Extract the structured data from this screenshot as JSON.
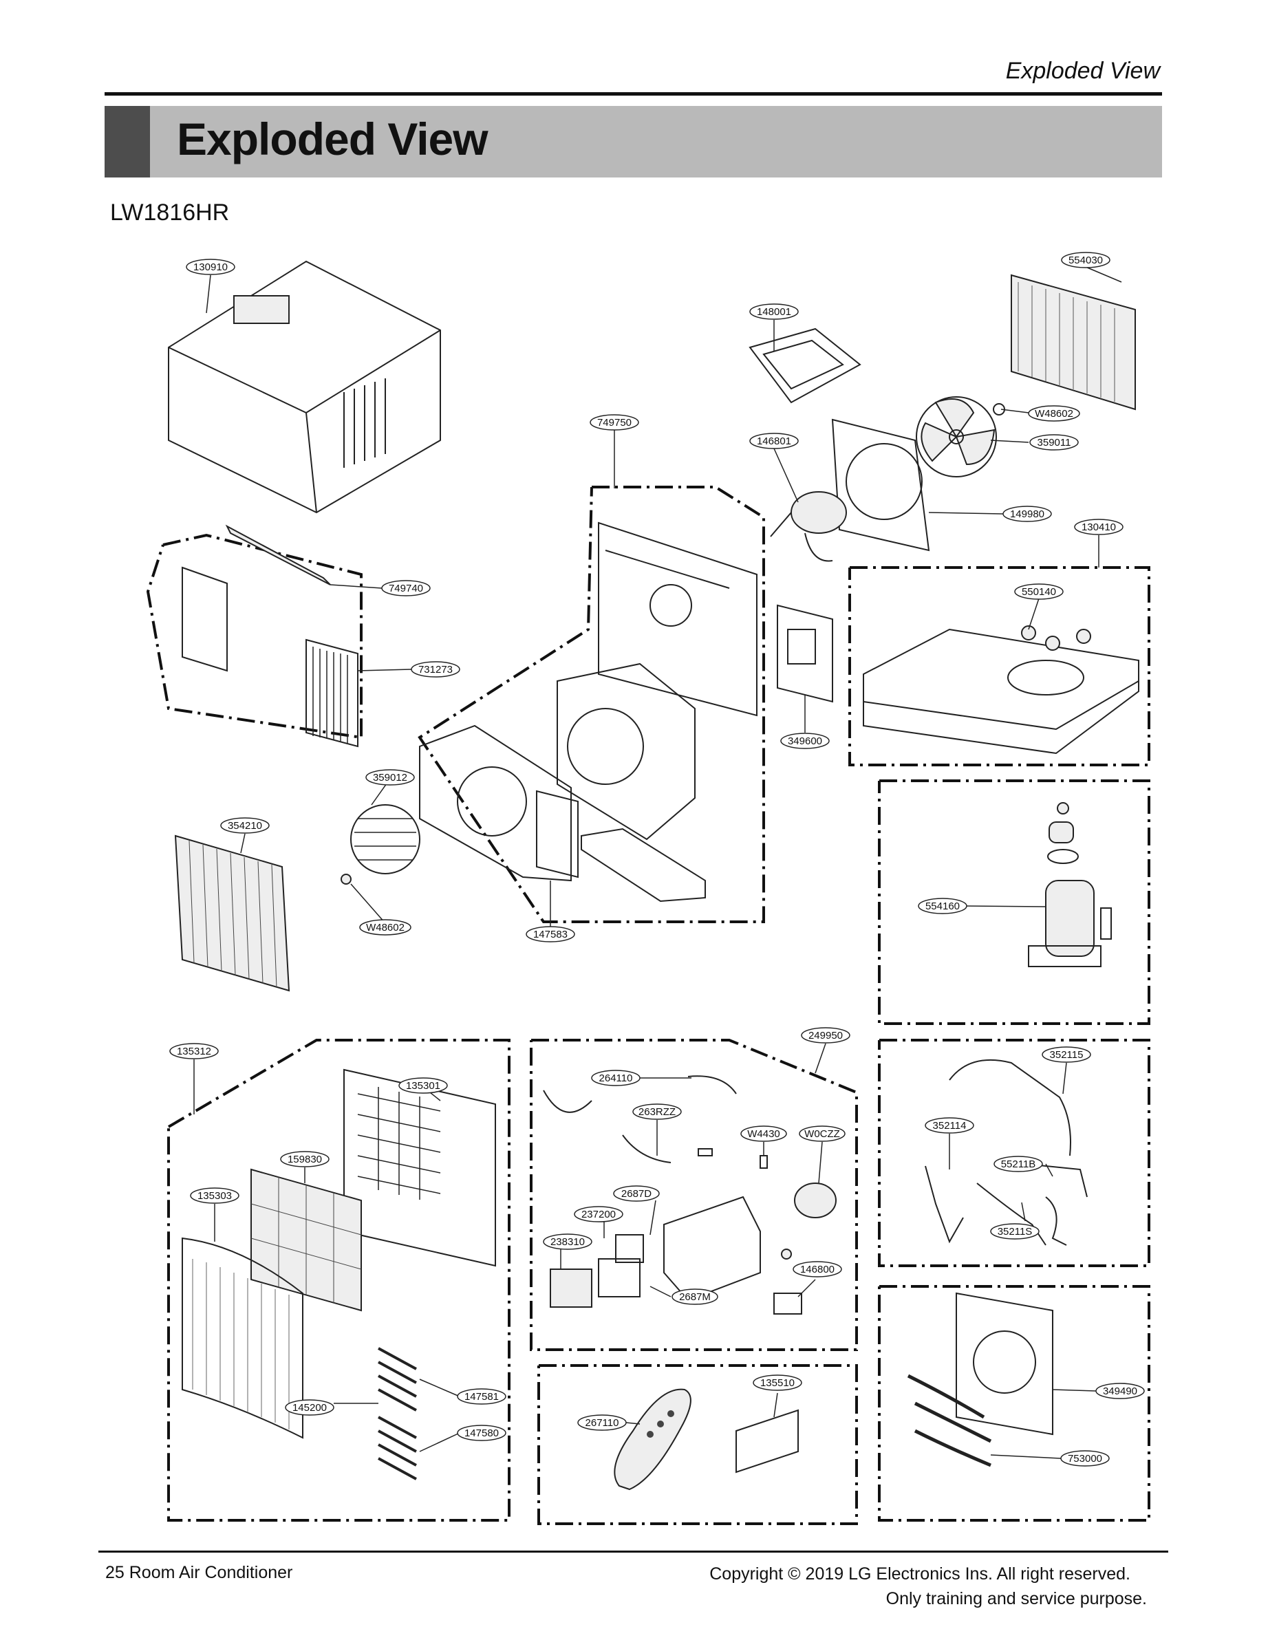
{
  "header": {
    "running_title": "Exploded View",
    "section_title": "Exploded View",
    "model": "LW1816HR"
  },
  "callouts": {
    "c130910": "130910",
    "c554030": "554030",
    "c148001": "148001",
    "cW48602a": "W48602",
    "c359011": "359011",
    "c749750": "749750",
    "c146801": "146801",
    "c149980": "149980",
    "c130410": "130410",
    "c550140": "550140",
    "c749740": "749740",
    "c731273": "731273",
    "c349600": "349600",
    "c359012": "359012",
    "c354210": "354210",
    "c554160": "554160",
    "cW48602b": "W48602",
    "c147583": "147583",
    "c135312": "135312",
    "c249950": "249950",
    "c352115": "352115",
    "c264110": "264110",
    "c135301": "135301",
    "c263RZZ": "263RZZ",
    "cW4430": "W4430",
    "cW0CZZ": "W0CZZ",
    "c352114": "352114",
    "c159830": "159830",
    "c55211B": "55211B",
    "c135303": "135303",
    "c2687D": "2687D",
    "c237200": "237200",
    "c35211S": "35211S",
    "c238310": "238310",
    "c146800": "146800",
    "c2687M": "2687M",
    "c135510": "135510",
    "c349490": "349490",
    "c147581": "147581",
    "c145200": "145200",
    "c267110": "267110",
    "c147580": "147580",
    "c753000": "753000"
  },
  "footer": {
    "page_label": "25  Room Air Conditioner",
    "copyright": "Copyright © 2019 LG Electronics Ins. All right reserved.",
    "notice": "Only training and service purpose."
  }
}
